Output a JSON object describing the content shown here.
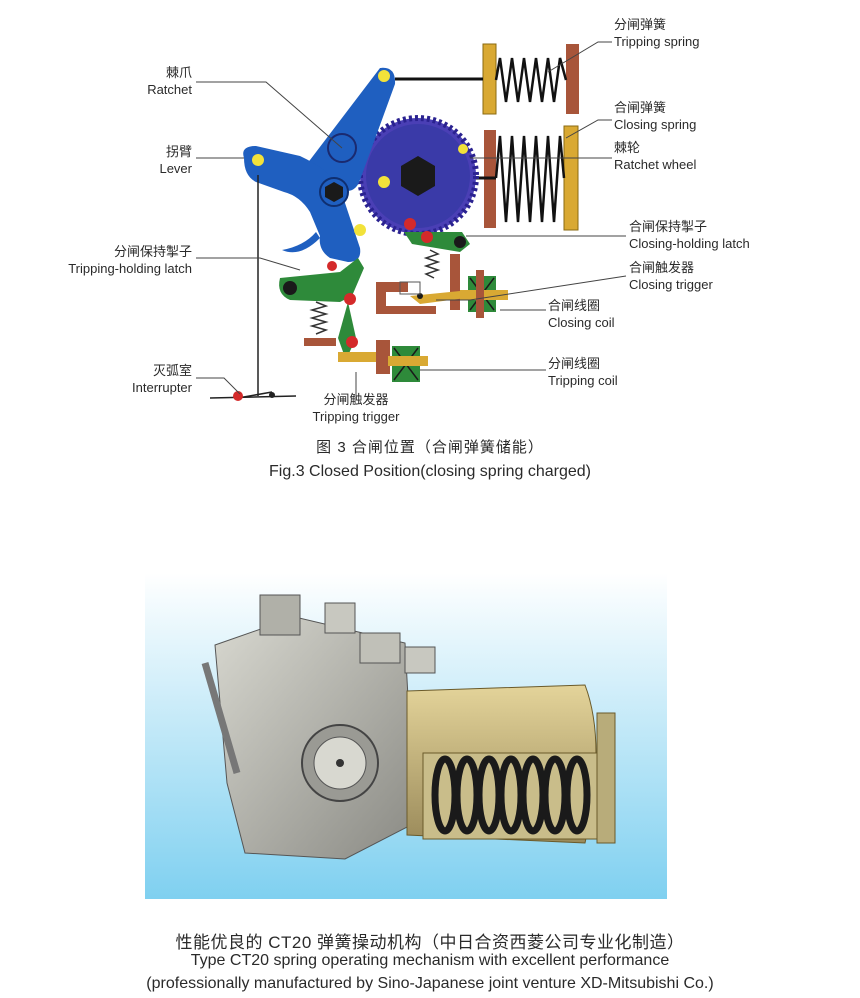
{
  "labels": {
    "tripping_spring": {
      "zh": "分闸弹簧",
      "en": "Tripping spring"
    },
    "closing_spring": {
      "zh": "合闸弹簧",
      "en": "Closing spring"
    },
    "ratchet_wheel": {
      "zh": "棘轮",
      "en": "Ratchet wheel"
    },
    "ratchet": {
      "zh": "棘爪",
      "en": "Ratchet"
    },
    "lever": {
      "zh": "拐臂",
      "en": "Lever"
    },
    "closing_holding_latch": {
      "zh": "合闸保持掣子",
      "en": "Closing-holding latch"
    },
    "tripping_holding_latch": {
      "zh": "分闸保持掣子",
      "en": "Tripping-holding latch"
    },
    "closing_trigger": {
      "zh": "合闸触发器",
      "en": "Closing trigger"
    },
    "closing_coil": {
      "zh": "合闸线圈",
      "en": "Closing coil"
    },
    "tripping_coil": {
      "zh": "分闸线圈",
      "en": "Tripping coil"
    },
    "interrupter": {
      "zh": "灭弧室",
      "en": "Interrupter"
    },
    "tripping_trigger": {
      "zh": "分闸触发器",
      "en": "Tripping trigger"
    }
  },
  "figure_caption": {
    "zh": "图 3  合闸位置（合闸弹簧储能）",
    "en": "Fig.3  Closed Position(closing spring charged)"
  },
  "photo_caption": {
    "zh": "性能优良的 CT20 弹簧操动机构（中日合资西菱公司专业化制造）",
    "en1": "Type CT20 spring operating mechanism with excellent performance",
    "en2": "(professionally manufactured by Sino-Japanese joint venture XD-Mitsubishi Co.)"
  },
  "colors": {
    "blue": "#1f5fc0",
    "dark_blue": "#3a3aa8",
    "green": "#2e8a3a",
    "brown": "#a8553a",
    "gold": "#d9a933",
    "red": "#d42a2a",
    "yellow": "#f2e23a",
    "sky": "#bfe6f6"
  }
}
